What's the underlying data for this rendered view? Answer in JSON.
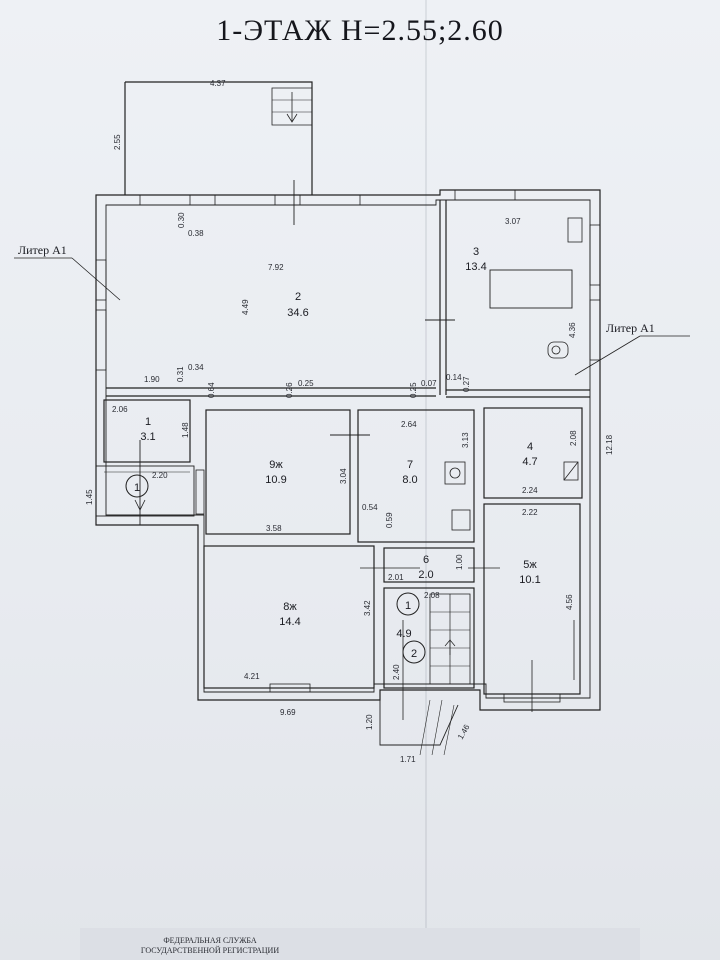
{
  "title": "1-ЭТАЖ  Н=2.55;2.60",
  "litera_labels": [
    "Литер А1",
    "Литер А1"
  ],
  "rooms": [
    {
      "number": "2",
      "area": "34.6"
    },
    {
      "number": "3",
      "area": "13.4"
    },
    {
      "number": "1",
      "area": "3.1"
    },
    {
      "number": "9ж",
      "area": "10.9"
    },
    {
      "number": "7",
      "area": "8.0"
    },
    {
      "number": "4",
      "area": "4.7"
    },
    {
      "number": "6",
      "area": "2.0"
    },
    {
      "number": "5ж",
      "area": "10.1"
    },
    {
      "number": "8ж",
      "area": "14.4"
    },
    {
      "number": "",
      "area": "4.9"
    }
  ],
  "circle_marks": [
    "1",
    "1",
    "2"
  ],
  "dimensions": [
    "4.37",
    "2.55",
    "7.92",
    "4.49",
    "0.30",
    "0.38",
    "3.07",
    "4.36",
    "12.18",
    "1.90",
    "0.31",
    "0.34",
    "0.64",
    "0.26",
    "0.25",
    "0.25",
    "0.07",
    "0.14",
    "0.27",
    "2.06",
    "1.48",
    "2.20",
    "1.45",
    "2.64",
    "3.13",
    "2.08",
    "3.04",
    "3.58",
    "0.54",
    "0.59",
    "2.24",
    "2.22",
    "4.56",
    "2.01",
    "1.00",
    "2.08",
    "3.42",
    "4.21",
    "2.40",
    "9.69",
    "1.20",
    "1.71",
    "1.46"
  ],
  "stamp": {
    "line1": "ФЕДЕРАЛЬНАЯ СЛУЖБА",
    "line2": "ГОСУДАРСТВЕННОЙ РЕГИСТРАЦИИ"
  }
}
